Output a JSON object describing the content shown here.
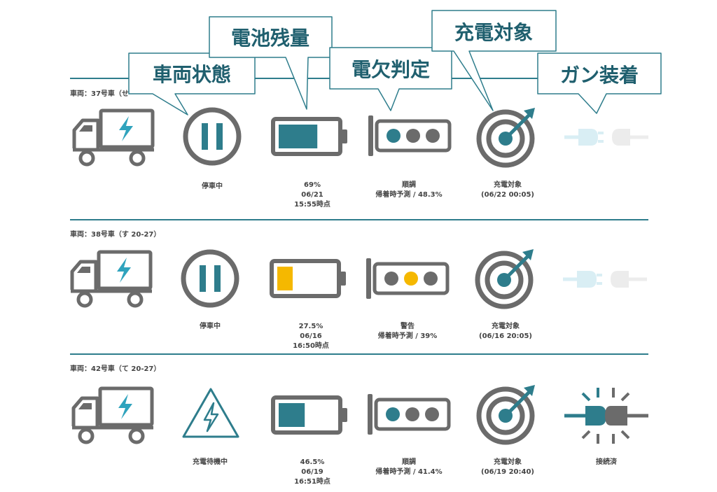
{
  "callouts": [
    "車両状態",
    "電池残量",
    "電欠判定",
    "充電対象",
    "ガン装着"
  ],
  "colors": {
    "teal": "#2e7d8c",
    "gray": "#6b6b6b",
    "orange": "#f5b800",
    "cyan": "#2fa3bd",
    "light": "#d9eef4",
    "callout_text": "#1f5f6e"
  },
  "vehicles": [
    {
      "label": "車両：37号車（せ",
      "status_icon": "pause-icon",
      "status": "停車中",
      "battery_level": 0.69,
      "battery_color": "#2e7d8c",
      "battery": [
        "69%",
        "06/21",
        "15:55時点"
      ],
      "signal_light": "green",
      "signal": [
        "順調",
        "帰着時予測 / 48.3%"
      ],
      "charge_target": [
        "充電対象",
        "(06/22 00:05)"
      ],
      "gun_icon": "plug-disconnected-icon",
      "gun": ""
    },
    {
      "label": "車両：38号車（す 20-27）",
      "status_icon": "pause-icon",
      "status": "停車中",
      "battery_level": 0.275,
      "battery_color": "#f5b800",
      "battery": [
        "27.5%",
        "06/16",
        "16:50時点"
      ],
      "signal_light": "yellow",
      "signal": [
        "警告",
        "帰着時予測 / 39%"
      ],
      "charge_target": [
        "充電対象",
        "(06/16 20:05)"
      ],
      "gun_icon": "plug-disconnected-icon",
      "gun": ""
    },
    {
      "label": "車両：42号車（て 20-27）",
      "status_icon": "warning-bolt-icon",
      "status": "充電待機中",
      "battery_level": 0.465,
      "battery_color": "#2e7d8c",
      "battery": [
        "46.5%",
        "06/19",
        "16:51時点"
      ],
      "signal_light": "green",
      "signal": [
        "順調",
        "帰着時予測 / 41.4%"
      ],
      "charge_target": [
        "充電対象",
        "(06/19 20:40)"
      ],
      "gun_icon": "plug-connected-icon",
      "gun": "接続済"
    }
  ]
}
